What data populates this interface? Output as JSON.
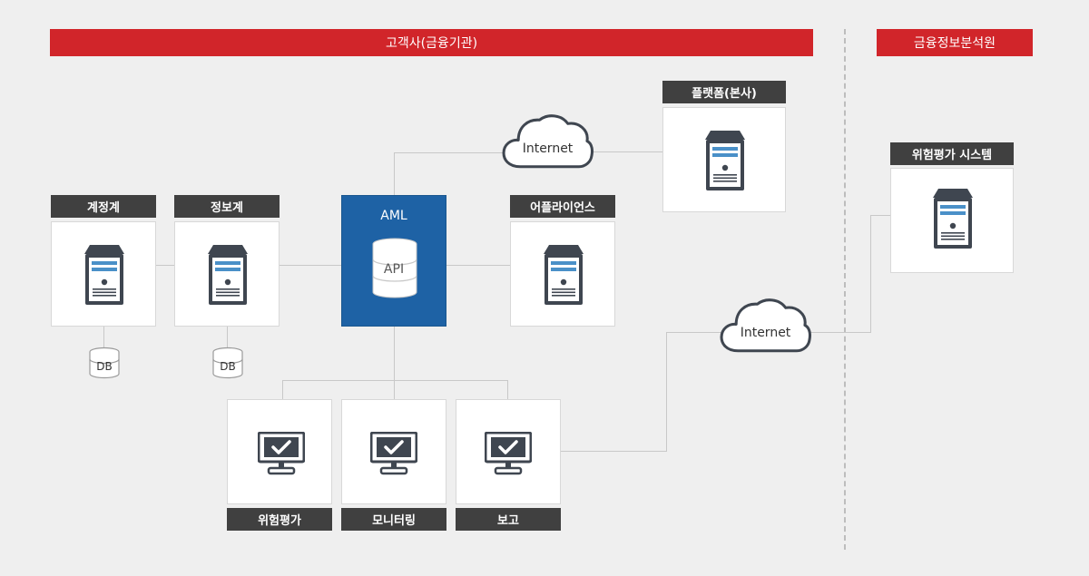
{
  "header": {
    "client_title": "고객사(금융기관)",
    "fiu_title": "금융정보분석원"
  },
  "nodes": {
    "accounting": "계정계",
    "information": "정보계",
    "aml": "AML",
    "api": "API",
    "appliance": "어플라이언스",
    "platform": "플랫폼(본사)",
    "risk_system": "위험평가 시스템",
    "risk_eval": "위험평가",
    "monitoring": "모니터링",
    "report": "보고"
  },
  "clouds": {
    "top": "Internet",
    "bottom": "Internet"
  },
  "db": {
    "left": "DB",
    "right": "DB"
  },
  "colors": {
    "accent_red": "#d1252a",
    "label_dark": "#404040",
    "aml_blue": "#1e62a5",
    "server_blue": "#4a90c8"
  }
}
